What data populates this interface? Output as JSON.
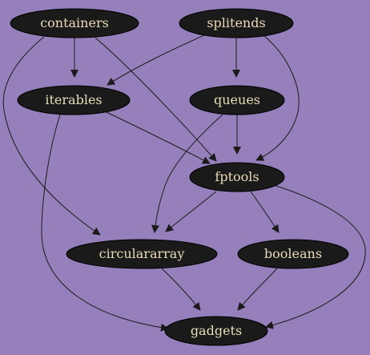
{
  "graph": {
    "colors": {
      "background": "#9580bc",
      "node_fill": "#1b1a1b",
      "node_text": "#e8dcb8",
      "edge": "#1b1a1b"
    },
    "nodes": [
      {
        "id": "containers",
        "label": "containers"
      },
      {
        "id": "splitends",
        "label": "splitends"
      },
      {
        "id": "iterables",
        "label": "iterables"
      },
      {
        "id": "queues",
        "label": "queues"
      },
      {
        "id": "fptools",
        "label": "fptools"
      },
      {
        "id": "circulararray",
        "label": "circulararray"
      },
      {
        "id": "booleans",
        "label": "booleans"
      },
      {
        "id": "gadgets",
        "label": "gadgets"
      }
    ],
    "edges": [
      {
        "from": "containers",
        "to": "iterables"
      },
      {
        "from": "containers",
        "to": "fptools"
      },
      {
        "from": "containers",
        "to": "circulararray"
      },
      {
        "from": "splitends",
        "to": "iterables"
      },
      {
        "from": "splitends",
        "to": "queues"
      },
      {
        "from": "splitends",
        "to": "fptools"
      },
      {
        "from": "iterables",
        "to": "fptools"
      },
      {
        "from": "iterables",
        "to": "gadgets"
      },
      {
        "from": "queues",
        "to": "fptools"
      },
      {
        "from": "queues",
        "to": "circulararray"
      },
      {
        "from": "fptools",
        "to": "circulararray"
      },
      {
        "from": "fptools",
        "to": "booleans"
      },
      {
        "from": "fptools",
        "to": "gadgets"
      },
      {
        "from": "circulararray",
        "to": "gadgets"
      },
      {
        "from": "booleans",
        "to": "gadgets"
      }
    ]
  }
}
